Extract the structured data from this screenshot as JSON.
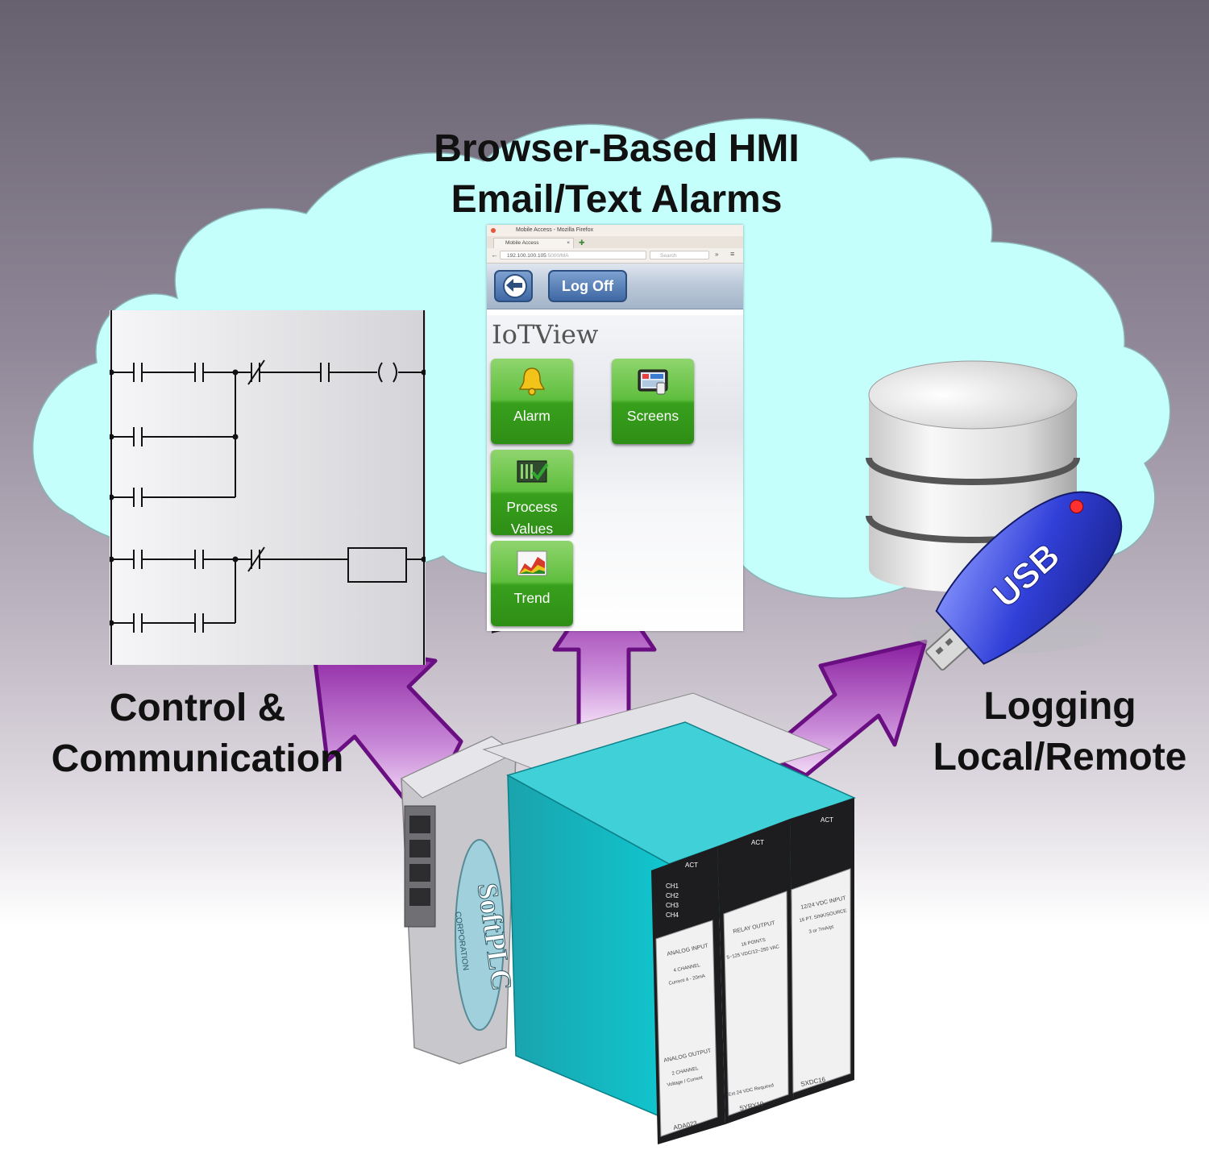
{
  "headings": {
    "top_line1": "Browser-Based HMI",
    "top_line2": "Email/Text Alarms",
    "left_line1": "Control &",
    "left_line2": "Communication",
    "right_line1": "Logging",
    "right_line2": "Local/Remote"
  },
  "browser": {
    "window_title": "Mobile Access - Mozilla Firefox",
    "tab_label": "Mobile Access",
    "tab_close": "×",
    "new_tab": "✚",
    "url": "192.100.100.105",
    "url_suffix": ":5000/MA",
    "search_placeholder": "Search",
    "more": "»",
    "menu": "≡",
    "back_nav": "←"
  },
  "hmi": {
    "logoff_label": "Log Off",
    "app_title": "IoTView",
    "tiles": [
      {
        "label": "Alarm",
        "icon": "bell-icon"
      },
      {
        "label": "Screens",
        "icon": "screens-icon"
      },
      {
        "label_line1": "Process",
        "label_line2": "Values",
        "icon": "process-values-icon"
      },
      {
        "label": "Trend",
        "icon": "trend-chart-icon"
      }
    ]
  },
  "usb": {
    "label": "USB"
  },
  "plc": {
    "brand": "SoftPLC",
    "brand_sub": "CORPORATION",
    "module1": {
      "title": "ANALOG INPUT",
      "sub1": "4 CHANNEL",
      "sub2": "Current 4 - 20mA",
      "title2": "ANALOG OUTPUT",
      "sub3": "2 CHANNEL",
      "sub4": "Voltage / Current",
      "model": "ADA023",
      "status": "ACT",
      "ch": [
        "CH1",
        "CH2",
        "CH3",
        "CH4"
      ]
    },
    "module2": {
      "title": "RELAY OUTPUT",
      "sub1": "16 POINTS",
      "sub2": "5~125 VDC/12~250 VAC",
      "model": "SYRY10",
      "status": "ACT",
      "foot": "Ext 24 VDC Required"
    },
    "module3": {
      "title": "12/24 VDC INPUT",
      "sub1": "16 PT. SINK/SOURCE",
      "sub2": "3 or 7mA/pt",
      "model": "SXDC16",
      "status": "ACT"
    }
  },
  "colors": {
    "cloud": "#c5fffc",
    "arrow_purple": "#8a1ea0",
    "tile_green": "#4caf2a",
    "plc_teal": "#16b4be",
    "hmi_blue": "#3f68a4"
  }
}
